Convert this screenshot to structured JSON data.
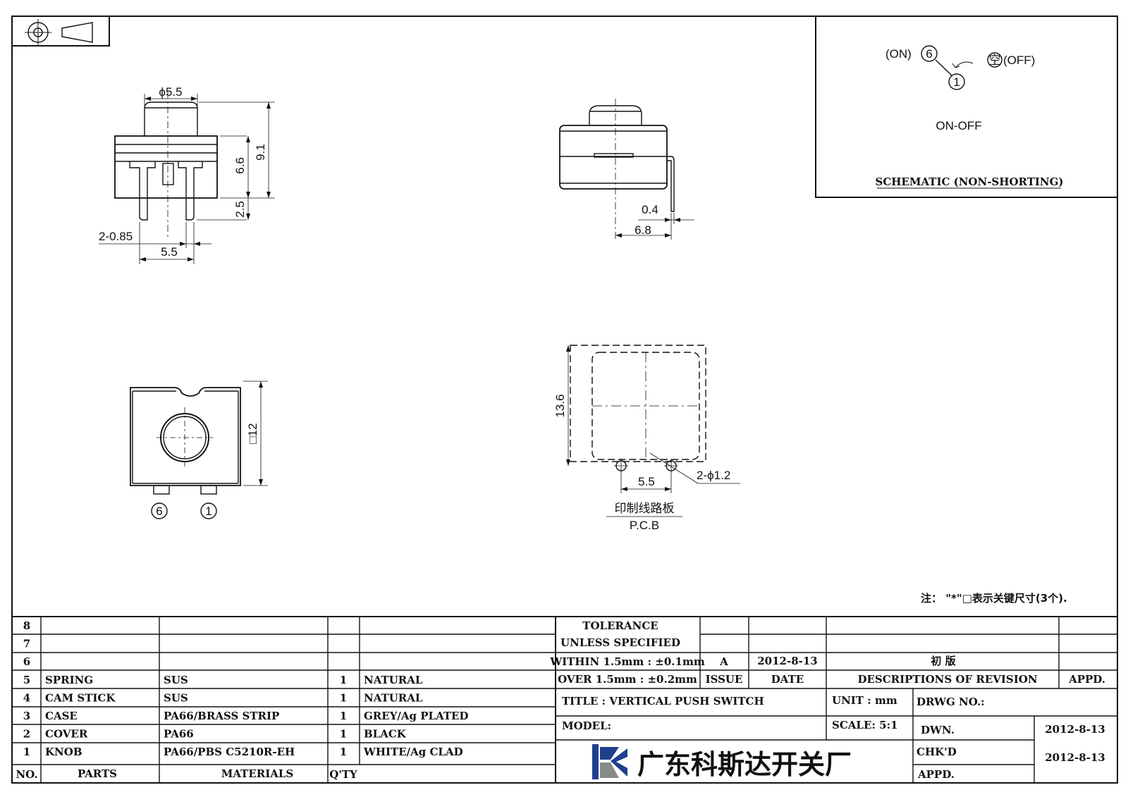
{
  "front_view": {
    "knob_diameter": "ϕ5.5",
    "height_total": "9.1",
    "body_height": "6.6",
    "pin_length": "2.5",
    "pin_width": "2-0.85",
    "pin_pitch": "5.5"
  },
  "side_view": {
    "pin_thickness": "0.4",
    "pin_offset": "6.8"
  },
  "top_view": {
    "body_size": "□12",
    "terminal_left": "6",
    "terminal_right": "1"
  },
  "pcb_view": {
    "board_size": "13.6",
    "hole_pitch": "5.5",
    "hole_spec": "2-ϕ1.2",
    "label_cn": "印制线路板",
    "label_en": "P.C.B"
  },
  "schematic": {
    "on_label": "(ON)",
    "on_terminal": "6",
    "common_terminal": "1",
    "off_symbol": "空",
    "off_label": "(OFF)",
    "mode": "ON-OFF",
    "caption": "SCHEMATIC (NON-SHORTING)"
  },
  "note": "注： \"*\"□表示关键尺寸(3个).",
  "parts_table": {
    "header": {
      "no": "NO.",
      "parts": "PARTS",
      "materials": "MATERIALS",
      "qty": "Q'TY"
    },
    "rows": [
      {
        "no": "8",
        "part": "",
        "material": "",
        "qty": "",
        "finish": ""
      },
      {
        "no": "7",
        "part": "",
        "material": "",
        "qty": "",
        "finish": ""
      },
      {
        "no": "6",
        "part": "",
        "material": "",
        "qty": "",
        "finish": ""
      },
      {
        "no": "5",
        "part": "SPRING",
        "material": "SUS",
        "qty": "1",
        "finish": "NATURAL"
      },
      {
        "no": "4",
        "part": "CAM STICK",
        "material": "SUS",
        "qty": "1",
        "finish": "NATURAL"
      },
      {
        "no": "3",
        "part": "CASE",
        "material": "PA66/BRASS STRIP",
        "qty": "1",
        "finish": "GREY/Ag PLATED"
      },
      {
        "no": "2",
        "part": "COVER",
        "material": "PA66",
        "qty": "1",
        "finish": "BLACK"
      },
      {
        "no": "1",
        "part": "KNOB",
        "material": "PA66/PBS C5210R-EH",
        "qty": "1",
        "finish": "WHITE/Ag CLAD"
      }
    ]
  },
  "tolerance": {
    "line1": "TOLERANCE",
    "line2": "UNLESS  SPECIFIED",
    "line3": "WITHIN 1.5mm : ±0.1mm",
    "line4": "OVER 1.5mm : ±0.2mm"
  },
  "revision": {
    "issue": "A",
    "date": "2012-8-13",
    "description": "初  版",
    "col_issue": "ISSUE",
    "col_date": "DATE",
    "col_desc": "DESCRIPTIONS OF REVISION",
    "col_appd": "APPD."
  },
  "title_block": {
    "title": "TITLE :  VERTICAL PUSH SWITCH",
    "model": "MODEL:",
    "unit": "UNIT :  mm",
    "scale": "SCALE:  5:1",
    "drwg_no": "DRWG NO.:",
    "dwn_label": "DWN.",
    "dwn_date": "2012-8-13",
    "chkd_label": "CHK'D",
    "chkd_date": "2012-8-13",
    "appd_label": "APPD.",
    "company": "广东科斯达开关厂"
  },
  "colors": {
    "ink": "#111111",
    "logo_blue": "#1f3f8f",
    "logo_grey": "#8a8a8a",
    "paper": "#ffffff"
  }
}
